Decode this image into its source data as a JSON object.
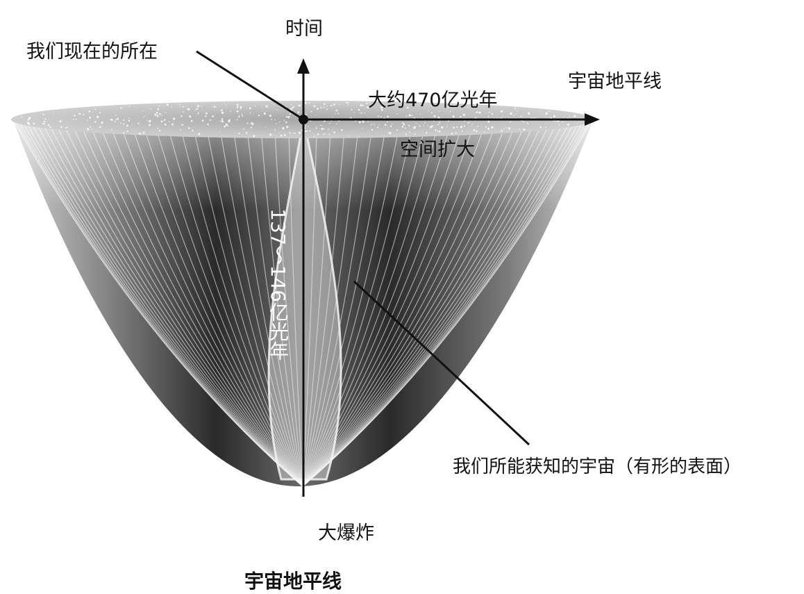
{
  "figure": {
    "time_label": "时间",
    "now_label": "我们现在的所在",
    "horizon_label": "宇宙地平线",
    "distance_label": "大约470亿光年",
    "expansion_label": "空间扩大",
    "age_label": "137～146亿光年",
    "observable_label": "我们所能获知的宇宙（有形的表面）",
    "bigbang_label": "大爆炸",
    "caption": "宇宙地平线"
  },
  "colors": {
    "ink": "#111111",
    "surface": "#bdbdbd",
    "cone_dark": "#1a1a1a",
    "cone_light": "#d9d9d9"
  }
}
